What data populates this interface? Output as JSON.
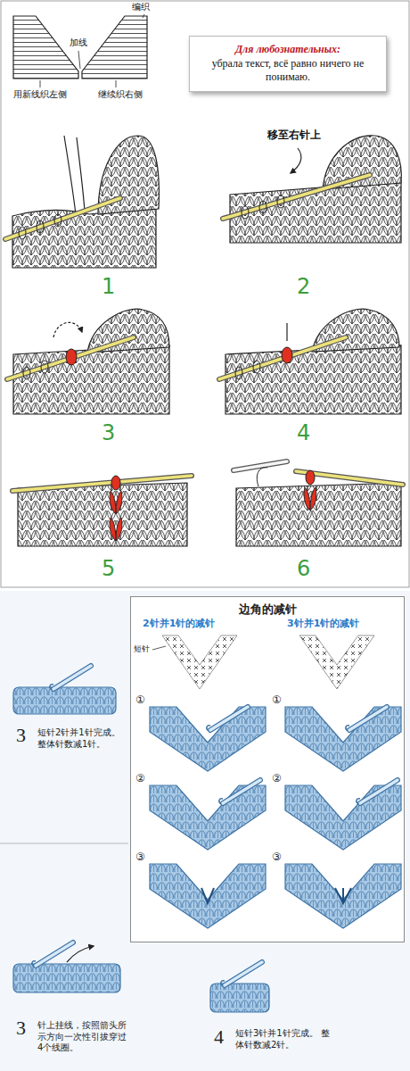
{
  "diagram": {
    "nodes": [
      {
        "text": [
          "Для любознательных:",
          "убрала текст, всё равно ничего не понимаю."
        ]
      },
      {
        "text": [
          "边角的减针"
        ]
      }
    ],
    "labels": [
      "编织",
      "加线",
      "用新线织左侧",
      "继续织右侧",
      "移至右针上",
      "1",
      "2",
      "3",
      "4",
      "5",
      "6",
      "2针并1针的减针",
      "3针并1针的减针",
      "短针",
      "①",
      "②",
      "③",
      "①",
      "②",
      "③",
      "3",
      "短针2针并1针完成。 整体针数减1针。",
      "3",
      "针上挂线，按照箭头所 示方向一次性引拔穿过 4个线圈。",
      "4",
      "短针3针并1针完成。 整体针数减2针。"
    ]
  }
}
